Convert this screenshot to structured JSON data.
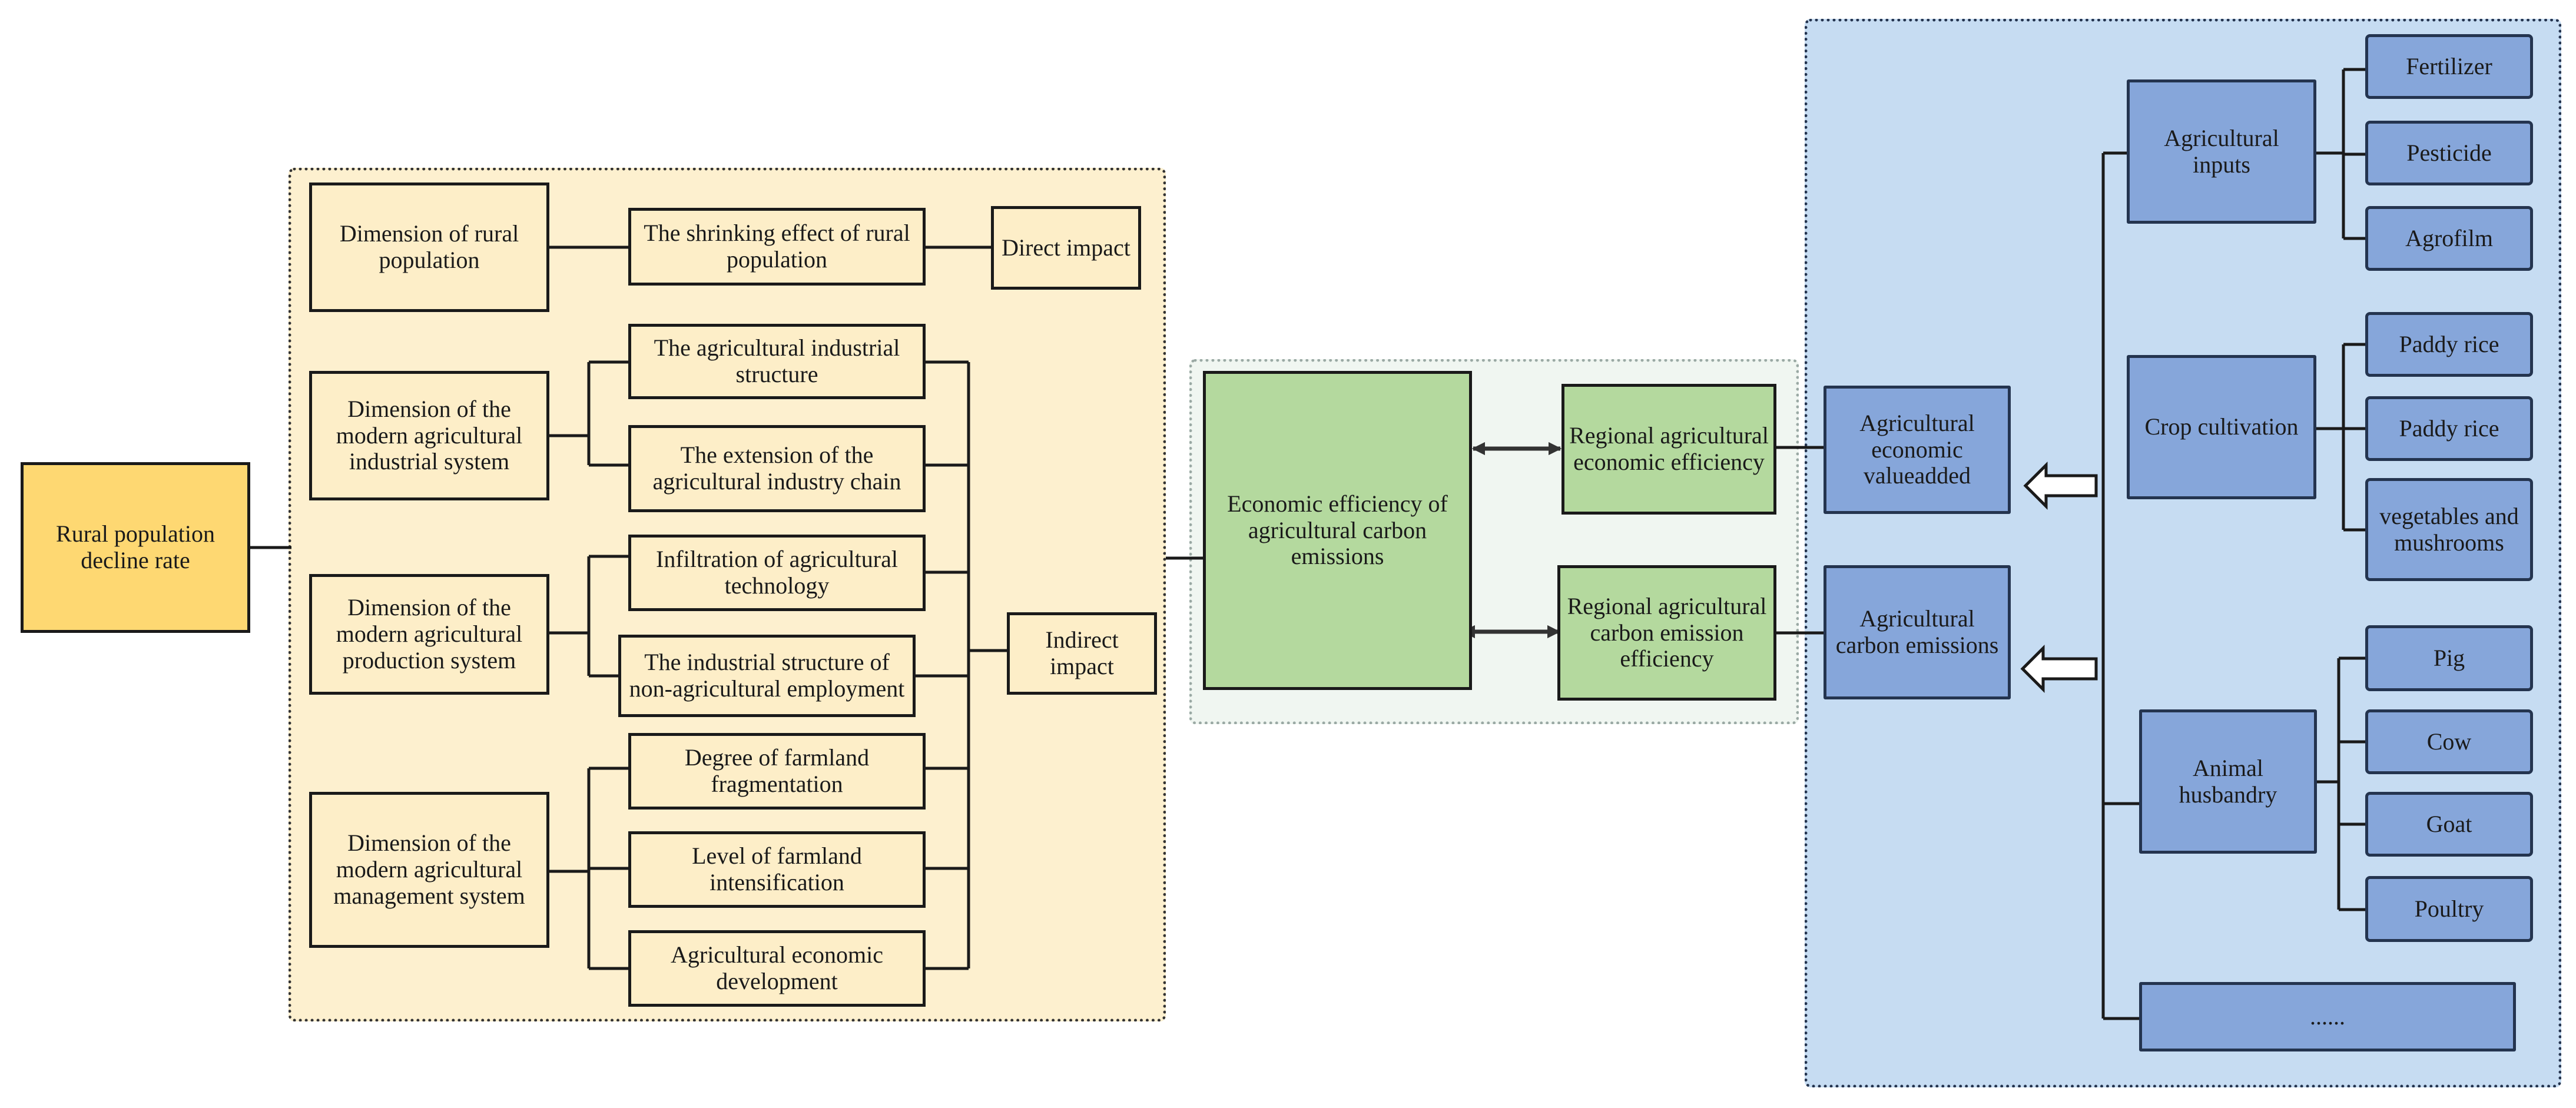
{
  "rural_rate": "Rural population decline rate",
  "dimensions": {
    "rural_population": "Dimension of rural population",
    "industrial_system": "Dimension of the modern agricultural industrial system",
    "production_system": "Dimension of the modern agricultural production system",
    "management_system": "Dimension of the modern agricultural management system"
  },
  "effects": {
    "shrinking": "The shrinking effect of rural population",
    "industrial_structure": "The agricultural industrial structure",
    "industry_chain": "The extension of the agricultural industry chain",
    "technology": "Infiltration of agricultural technology",
    "non_agri_employment": "The industrial structure of non-agricultural employment",
    "fragmentation": "Degree of farmland fragmentation",
    "intensification": "Level of farmland intensification",
    "economic_development": "Agricultural economic development"
  },
  "impacts": {
    "direct": "Direct impact",
    "indirect": "Indirect impact"
  },
  "efficiency": {
    "core": "Economic efficiency of agricultural carbon emissions",
    "regional_economic": "Regional agricultural economic efficiency",
    "regional_carbon": "Regional agricultural carbon emission efficiency"
  },
  "outputs": {
    "economic_value": "Agricultural economic valueadded",
    "carbon": "Agricultural carbon emissions"
  },
  "categories": {
    "inputs": "Agricultural inputs",
    "crop": "Crop cultivation",
    "animal": "Animal husbandry",
    "more": "......"
  },
  "items": {
    "fertilizer": "Fertilizer",
    "pesticide": "Pesticide",
    "agrofilm": "Agrofilm",
    "paddy1": "Paddy rice",
    "paddy2": "Paddy rice",
    "vegetables": "vegetables and mushrooms",
    "pig": "Pig",
    "cow": "Cow",
    "goat": "Goat",
    "poultry": "Poultry"
  },
  "colors": {
    "left_panel": "#fdf0cf",
    "mid_panel": "#f0f6f1",
    "right_panel": "#c6dcf2",
    "yellow_box": "#fdeec8",
    "gold_box": "#fed872",
    "green_box": "#b4d99e",
    "blue_box": "#86a6da"
  }
}
